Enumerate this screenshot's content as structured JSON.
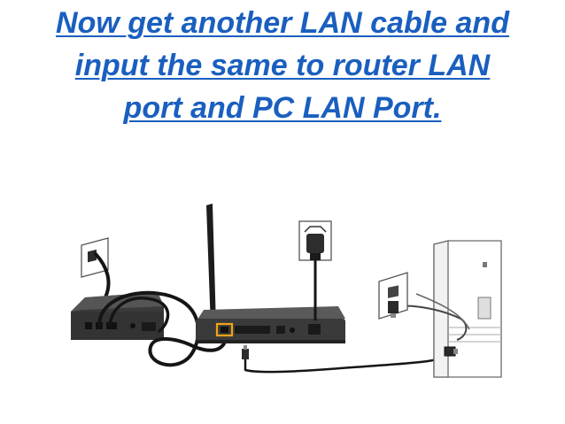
{
  "slide": {
    "title_lines": [
      "Now get another LAN cable and",
      "input the same to router LAN",
      "port and PC LAN Port."
    ],
    "title_color": "#1a5fbf"
  },
  "diagram": {
    "highlight_color": "#f2a318",
    "device_color": "#3a3a3a",
    "line_color": "#1a1a1a"
  }
}
